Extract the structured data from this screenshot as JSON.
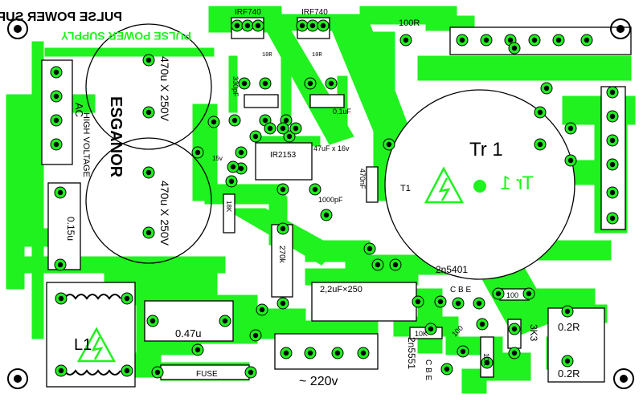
{
  "colors": {
    "trace": "#1ff21f",
    "ink": "#000000",
    "paper": "#ffffff"
  },
  "board": {
    "mirrored_title": "PULSE POWER SUPPLY",
    "green_title": "PULSE POWER SUPPLY",
    "brand": "ESGANOR",
    "brand_sub": "HIGH VOLTAGE"
  },
  "components": {
    "cap1": "470u X 250V",
    "cap2": "470u X 250V",
    "q1": "IRF740",
    "q2": "IRF740",
    "r100r": "100R",
    "r10r_a": "10R",
    "r10r_b": "10R",
    "cap330": "330pF",
    "ic": "IR2153",
    "cap01": "0.1uF",
    "cap47": "47uF x 16v",
    "cap1000": "1000pF",
    "cap015": "0.15u",
    "r270k": "270k",
    "r18k": "18K",
    "z15v": "15v",
    "cap22": "2,2uF×250",
    "cap047": "0.47u",
    "l1": "L1",
    "fuse": "FUSE",
    "ac_in": "~ 220v",
    "tr1": "Tr 1",
    "t1": "T1",
    "cap470n": "470nF",
    "q3": "2n5401",
    "q4": "2n5551",
    "r100": "100",
    "r10k_a": "10K",
    "r100b": "100",
    "r10k_b": "10K",
    "r3k3": "3K3",
    "r02a": "0.2R",
    "r02b": "0.2R",
    "pins_cbe_top": "C B E",
    "pins_cbe_bot": "C B E",
    "ac_label": "AC"
  }
}
